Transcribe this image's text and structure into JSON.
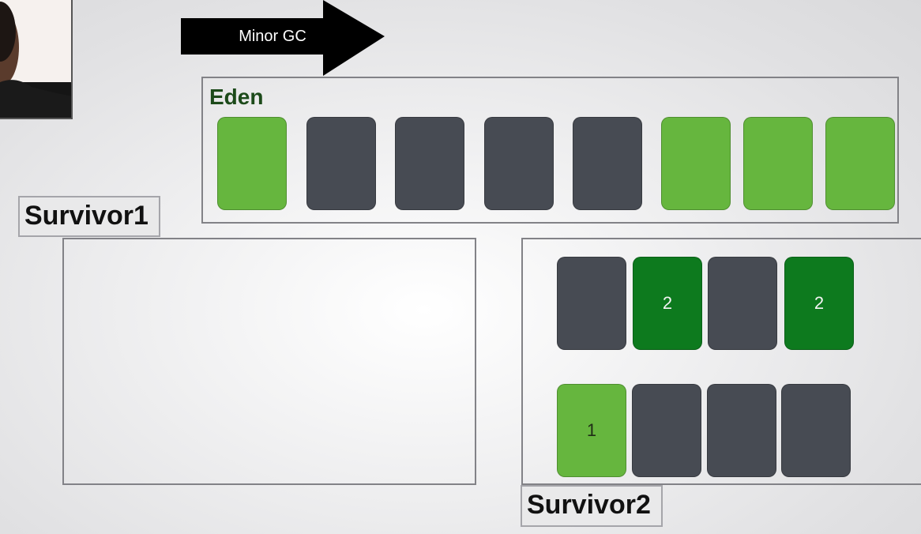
{
  "arrow": {
    "label": "Minor GC"
  },
  "eden": {
    "title": "Eden",
    "blocks": [
      {
        "state": "live",
        "label": ""
      },
      {
        "state": "gray",
        "label": ""
      },
      {
        "state": "gray",
        "label": ""
      },
      {
        "state": "gray",
        "label": ""
      },
      {
        "state": "gray",
        "label": ""
      },
      {
        "state": "live",
        "label": ""
      },
      {
        "state": "live",
        "label": ""
      },
      {
        "state": "live",
        "label": ""
      }
    ]
  },
  "survivor1": {
    "title": "Survivor1",
    "blocks": []
  },
  "survivor2": {
    "title": "Survivor2",
    "blocks": [
      {
        "state": "gray",
        "label": ""
      },
      {
        "state": "survived",
        "label": "2"
      },
      {
        "state": "gray",
        "label": ""
      },
      {
        "state": "survived",
        "label": "2"
      },
      {
        "state": "live",
        "label": "1"
      },
      {
        "state": "gray",
        "label": ""
      },
      {
        "state": "gray",
        "label": ""
      },
      {
        "state": "gray",
        "label": ""
      }
    ]
  },
  "colors": {
    "live_object": "#66b63e",
    "survived_object": "#0d7a1e",
    "dead_object": "#474b53",
    "eden_title": "#1c4a1a"
  }
}
